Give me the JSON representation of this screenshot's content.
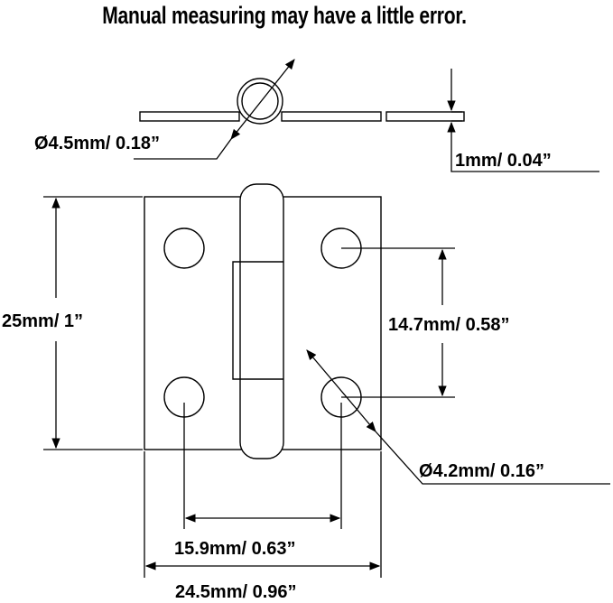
{
  "title": "Manual measuring may have a little error.",
  "dimensions": {
    "pin_diameter": "Ø4.5mm/ 0.18”",
    "thickness": "1mm/ 0.04”",
    "height": "25mm/ 1”",
    "hole_spacing_vertical": "14.7mm/ 0.58”",
    "hole_diameter": "Ø4.2mm/ 0.16”",
    "hole_spacing_horizontal": "15.9mm/ 0.63”",
    "width": "24.5mm/ 0.96”"
  },
  "colors": {
    "line": "#000000",
    "background": "#ffffff",
    "leader": "#333333"
  }
}
